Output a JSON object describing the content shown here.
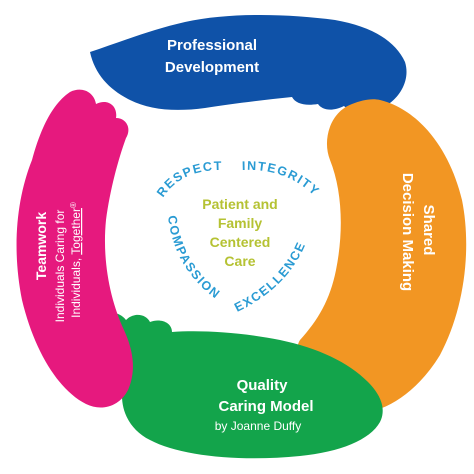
{
  "colors": {
    "blue_hand": "#0f52a8",
    "orange_hand": "#f29623",
    "green_hand": "#13a44b",
    "pink_hand": "#e6197e",
    "core_text": "#b5c233",
    "values_text": "#2a9bd3"
  },
  "hands": {
    "top": {
      "line1": "Professional",
      "line2": "Development",
      "icon": "hand-icon"
    },
    "right": {
      "line1": "Shared",
      "line2": "Decision Making",
      "icon": "hand-icon"
    },
    "bottom": {
      "line1": "Quality",
      "line2": "Caring Model",
      "line3": "by Joanne Duffy",
      "icon": "hand-icon"
    },
    "left": {
      "line1": "Teamwork",
      "line2": "Individuals Caring for",
      "line3_prefix": "Individuals, ",
      "line3_underlined": "Together",
      "line3_mark": "®",
      "icon": "hand-icon"
    }
  },
  "center": {
    "core": [
      "Patient and",
      "Family",
      "Centered",
      "Care"
    ],
    "values": {
      "top_left": "RESPECT",
      "top_right": "INTEGRITY",
      "bottom_left": "COMPASSION",
      "bottom_right": "EXCELLENCE"
    },
    "icon": "heart-icon"
  }
}
